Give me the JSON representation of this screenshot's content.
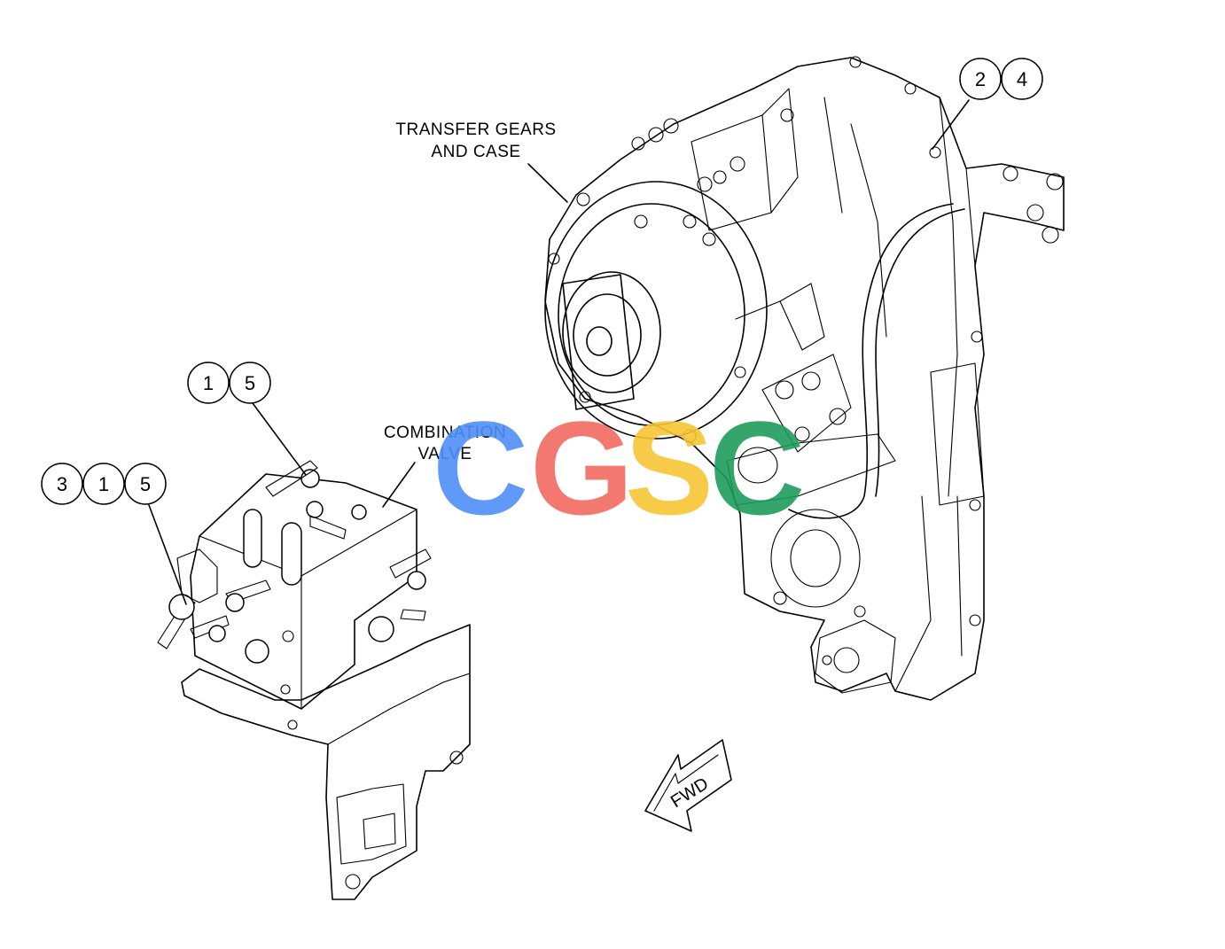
{
  "labels": {
    "transfer_line1": "TRANSFER GEARS",
    "transfer_line2": "AND CASE",
    "combo_line1": "COMBINATION",
    "combo_line2": "VALVE",
    "fwd": "FWD"
  },
  "callouts": {
    "top_right": [
      "2",
      "4"
    ],
    "mid_left": [
      "1",
      "5"
    ],
    "left": [
      "3",
      "1",
      "5"
    ]
  },
  "watermark": {
    "letters": [
      "C",
      "G",
      "S",
      "C"
    ],
    "colors": [
      "#4f8ff7",
      "#f26b61",
      "#f7c535",
      "#1f9d5b"
    ]
  }
}
